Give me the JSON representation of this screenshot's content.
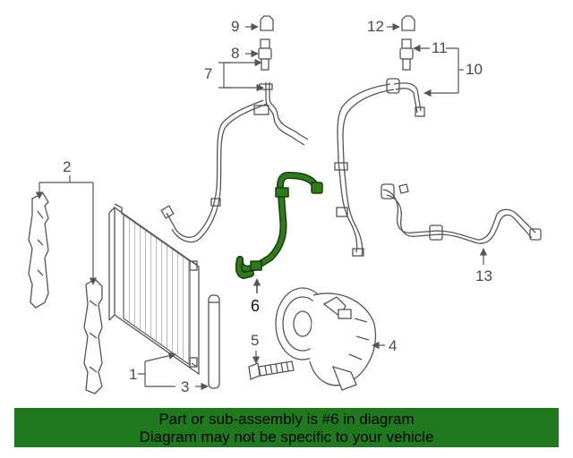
{
  "callouts": {
    "c1": "1",
    "c2": "2",
    "c3": "3",
    "c4": "4",
    "c5": "5",
    "c6": "6",
    "c7": "7",
    "c8": "8",
    "c9": "9",
    "c10": "10",
    "c11": "11",
    "c12": "12",
    "c13": "13"
  },
  "highlight_color": "#2f7a1c",
  "line_color": "#555555",
  "banner": {
    "line1": "Part or sub-assembly is #6 in diagram",
    "line2": "Diagram may not be specific to your vehicle",
    "background": "#1f7a1f"
  }
}
